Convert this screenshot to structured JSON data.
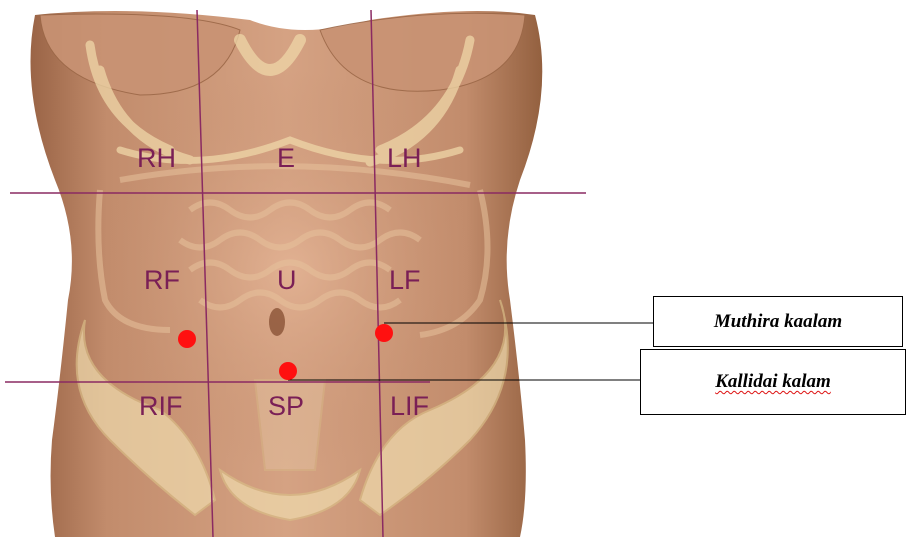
{
  "figure": {
    "regions": [
      {
        "id": "rh",
        "label": "RH"
      },
      {
        "id": "e",
        "label": "E"
      },
      {
        "id": "lh",
        "label": "LH"
      },
      {
        "id": "rf",
        "label": "RF"
      },
      {
        "id": "u",
        "label": "U"
      },
      {
        "id": "lf",
        "label": "LF"
      },
      {
        "id": "rif",
        "label": "RIF"
      },
      {
        "id": "sp",
        "label": "SP"
      },
      {
        "id": "lif",
        "label": "LIF"
      }
    ],
    "callouts": [
      {
        "id": "muthira",
        "label": "Muthira kaalam"
      },
      {
        "id": "kallidai",
        "label": "Kallidai kalam"
      }
    ],
    "colors": {
      "region_label": "#7a1f56",
      "grid_line": "#8a2a62",
      "marker": "#ff1010",
      "skin": "#c89272"
    }
  }
}
